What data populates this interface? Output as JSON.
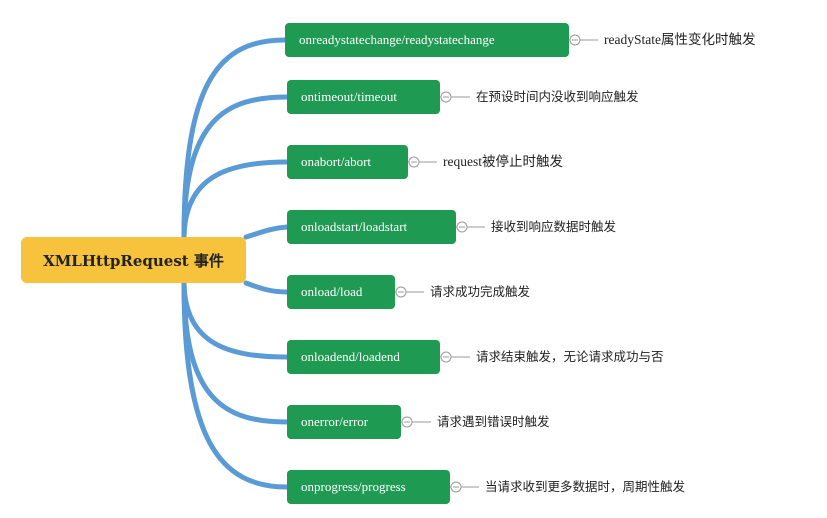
{
  "diagram": {
    "root": {
      "label": "XMLHttpRequest 事件",
      "color": "#f7c23c"
    },
    "branch_color": "#5b9bd5",
    "node_color": "#1f9a52",
    "events": [
      {
        "name": "onreadystatechange/readystatechange",
        "description": "readyState属性变化时触发"
      },
      {
        "name": "ontimeout/timeout",
        "description": "在预设时间内没收到响应触发"
      },
      {
        "name": "onabort/abort",
        "description": "request被停止时触发"
      },
      {
        "name": "onloadstart/loadstart",
        "description": "接收到响应数据时触发"
      },
      {
        "name": "onload/load",
        "description": "请求成功完成触发"
      },
      {
        "name": "onloadend/loadend",
        "description": "请求结束触发，无论请求成功与否"
      },
      {
        "name": "onerror/error",
        "description": "请求遇到错误时触发"
      },
      {
        "name": "onprogress/progress",
        "description": "当请求收到更多数据时，周期性触发"
      }
    ]
  }
}
